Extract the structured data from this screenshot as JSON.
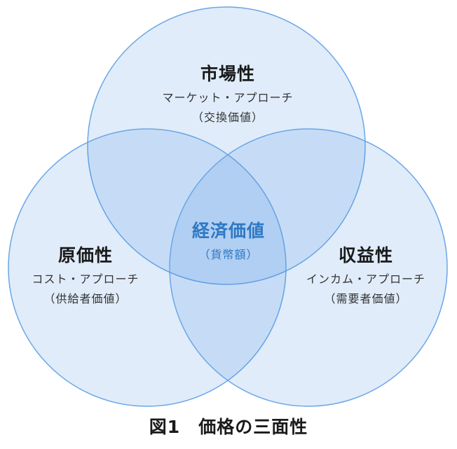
{
  "colors": {
    "circle_fill": "#4a90e2",
    "circle_stroke": "#6aa6e6",
    "center_text": "#2f78c4"
  },
  "market": {
    "title": "市場性",
    "line1": "マーケット・アプローチ",
    "line2": "（交換価値）"
  },
  "cost": {
    "title": "原価性",
    "line1": "コスト・アプローチ",
    "line2": "（供給者価値）"
  },
  "income": {
    "title": "収益性",
    "line1": "インカム・アプローチ",
    "line2": "（需要者価値）"
  },
  "center": {
    "title": "経済価値",
    "line1": "（貨幣額）"
  },
  "caption": "図1　価格の三面性"
}
